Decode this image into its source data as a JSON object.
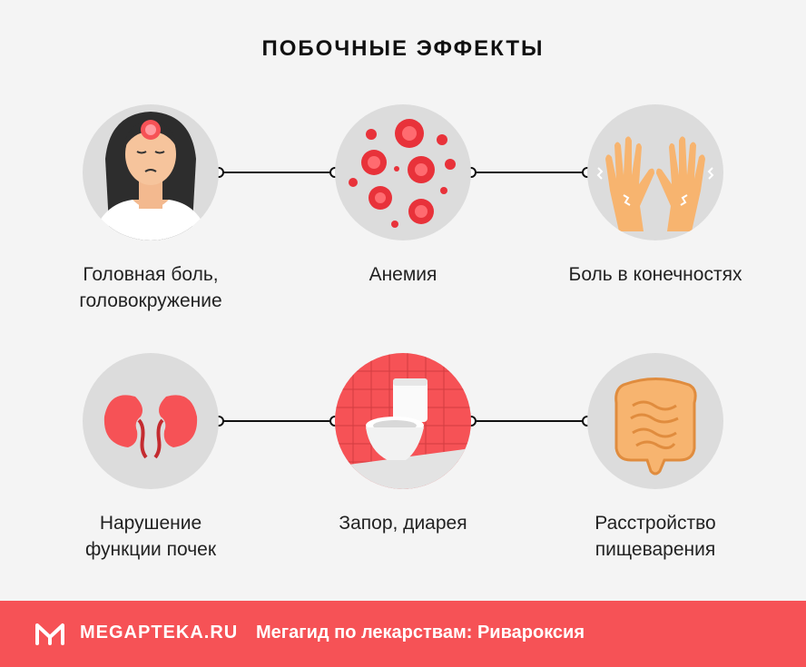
{
  "title": "ПОБОЧНЫЕ ЭФФЕКТЫ",
  "effects": [
    {
      "line1": "Головная боль,",
      "line2": "головокружение",
      "icon": "headache-woman-icon"
    },
    {
      "line1": "Анемия",
      "line2": "",
      "icon": "blood-cells-icon"
    },
    {
      "line1": "Боль в конечностях",
      "line2": "",
      "icon": "aching-hands-icon"
    },
    {
      "line1": "Нарушение",
      "line2": "функции почек",
      "icon": "kidneys-icon"
    },
    {
      "line1": "Запор, диарея",
      "line2": "",
      "icon": "toilet-icon"
    },
    {
      "line1": "Расстройство",
      "line2": "пищеварения",
      "icon": "intestines-icon"
    }
  ],
  "footer": {
    "brand": "MEGAPTEKA.RU",
    "tagline": "Мегагид по лекарствам: Ривароксия"
  },
  "colors": {
    "accent": "#f65256",
    "circle": "#dcdcdc",
    "background": "#f4f4f4"
  }
}
